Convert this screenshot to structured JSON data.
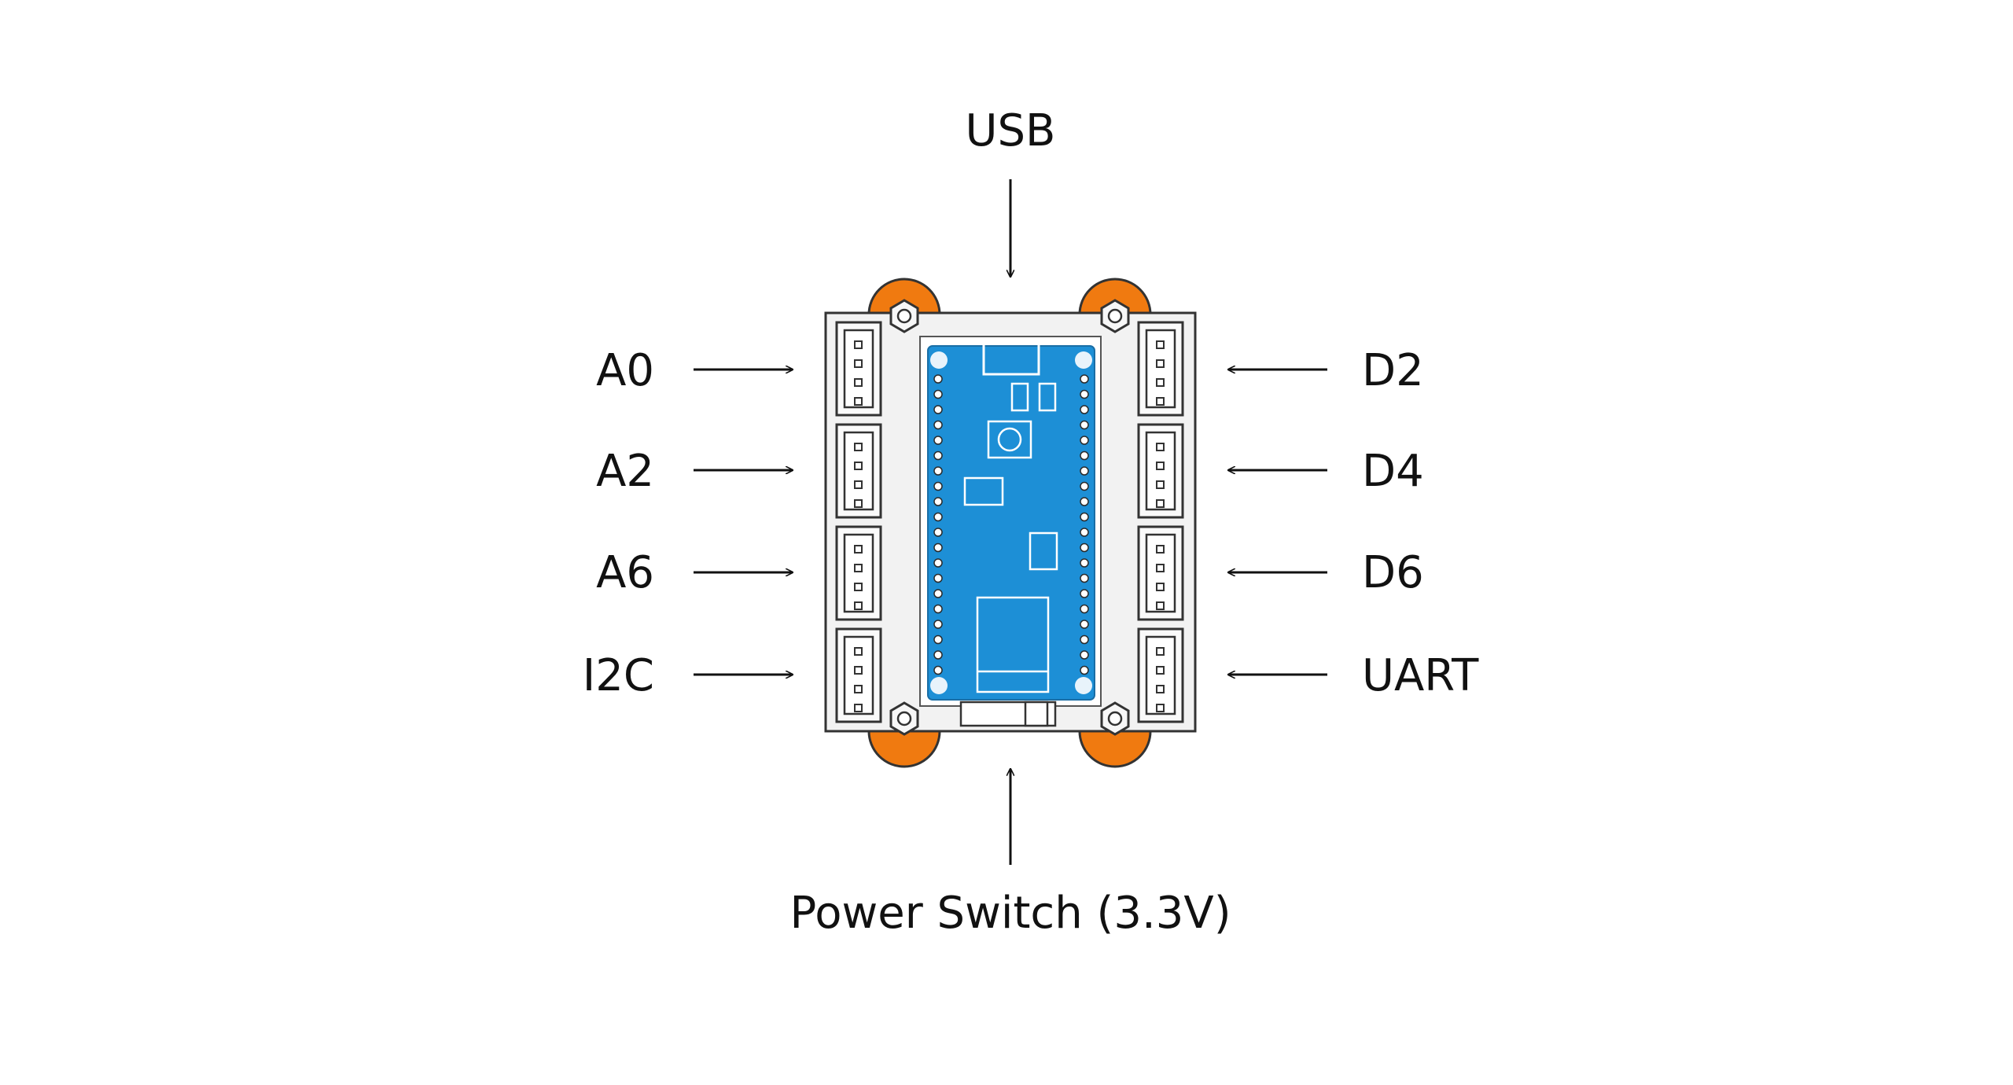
{
  "labels": {
    "top": "USB",
    "bottom": "Power Switch (3.3V)",
    "left": [
      "A0",
      "A2",
      "A6",
      "I2C"
    ],
    "right": [
      "D2",
      "D4",
      "D6",
      "UART"
    ]
  },
  "colors": {
    "board_outline": "#333333",
    "board_fill": "#f2f2f2",
    "mcu_blue": "#1d8fd6",
    "standoff_orange": "#f07a10",
    "arrow": "#111111",
    "text": "#111111"
  }
}
